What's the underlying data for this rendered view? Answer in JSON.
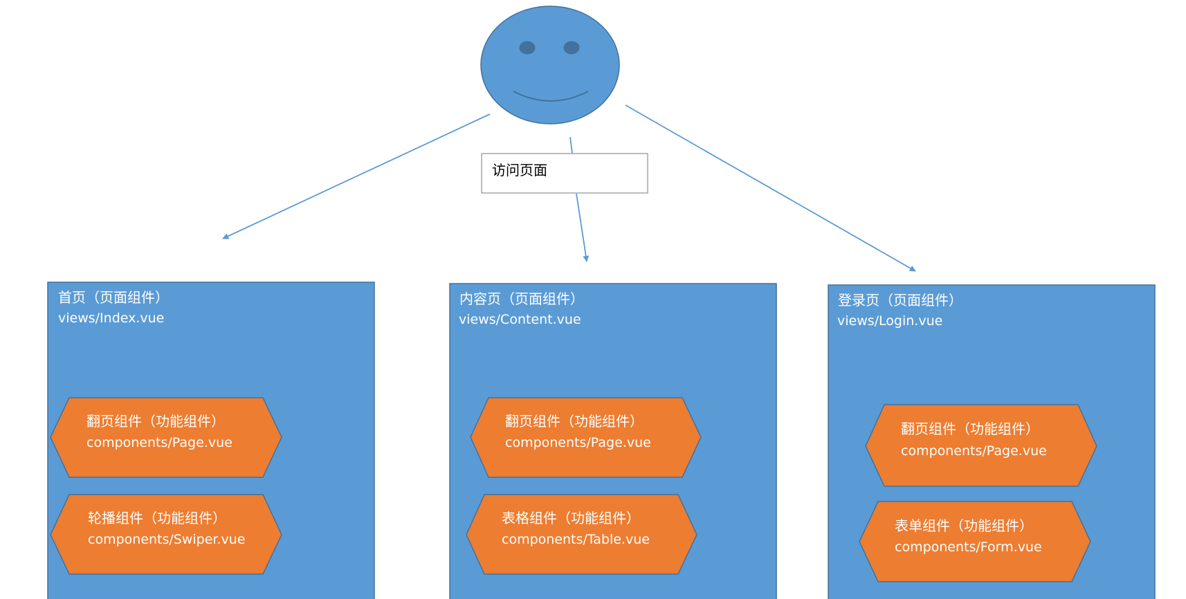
{
  "colors": {
    "page_fill": "#5b9bd5",
    "component_fill": "#ed7d31",
    "outline": "#41719c",
    "arrow": "#5b9bd5"
  },
  "user": {
    "icon": "smiley-face-icon"
  },
  "access_label": "访问页面",
  "pages": [
    {
      "title": "首页（页面组件）",
      "file": "views/Index.vue",
      "components": [
        {
          "title": "翻页组件（功能组件）",
          "file": "components/Page.vue"
        },
        {
          "title": "轮播组件（功能组件）",
          "file": "components/Swiper.vue"
        }
      ]
    },
    {
      "title": "内容页（页面组件）",
      "file": "views/Content.vue",
      "components": [
        {
          "title": "翻页组件（功能组件）",
          "file": "components/Page.vue"
        },
        {
          "title": "表格组件（功能组件）",
          "file": "components/Table.vue"
        }
      ]
    },
    {
      "title": "登录页（页面组件）",
      "file": "views/Login.vue",
      "components": [
        {
          "title": "翻页组件（功能组件）",
          "file": "components/Page.vue"
        },
        {
          "title": "表单组件（功能组件）",
          "file": "components/Form.vue"
        }
      ]
    }
  ]
}
